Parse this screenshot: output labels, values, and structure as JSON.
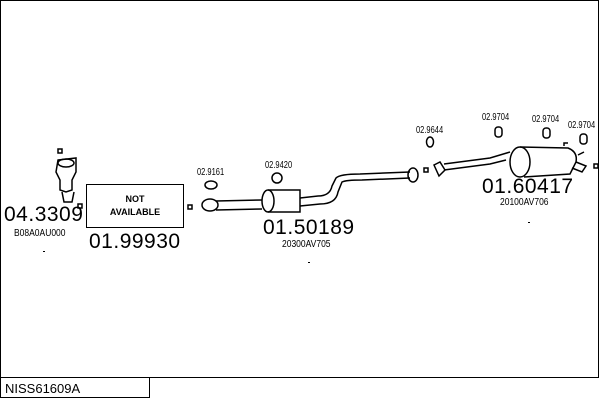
{
  "diagram_code": "NISS61609A",
  "not_available_label": "NOT AVAILABLE",
  "parts": [
    {
      "number": "04.3309",
      "oem": "B08A0AU000"
    },
    {
      "number": "01.99930"
    },
    {
      "number": "01.50189",
      "oem": "20300AV705"
    },
    {
      "number": "01.60417",
      "oem": "20100AV706"
    }
  ],
  "accessories": [
    {
      "number": "02.9161"
    },
    {
      "number": "02.9420"
    },
    {
      "number": "02.9644"
    },
    {
      "number": "02.9704"
    },
    {
      "number": "02.9704"
    },
    {
      "number": "02.9704"
    }
  ]
}
